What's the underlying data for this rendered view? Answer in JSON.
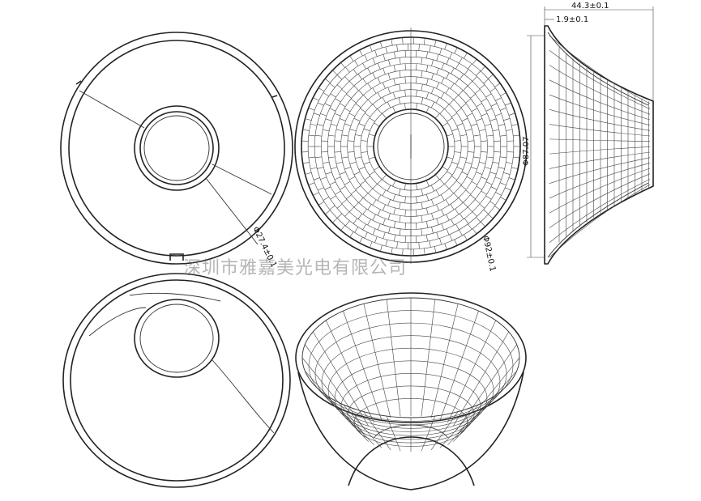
{
  "dimensions": {
    "height_total": "44.3±0.1",
    "rim_thickness": "1.9±0.1",
    "outer_diameter": "Φ87.07",
    "mouth_diameter": "Φ92±0.1",
    "inner_diameter": "Φ27.4±0.1"
  },
  "watermark": "深圳市雅嘉美光电有限公司",
  "colors": {
    "ink": "#222222",
    "background": "#ffffff"
  }
}
